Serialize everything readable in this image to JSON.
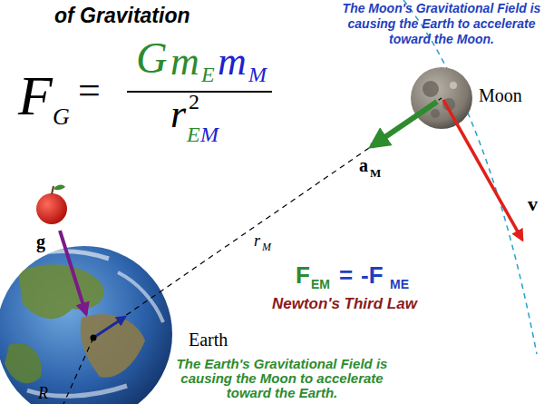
{
  "diagram": {
    "title": "of Gravitation",
    "labels": [
      "F",
      "G",
      "=",
      "G",
      "m",
      "E",
      "m",
      "M",
      "r",
      "2",
      "E",
      "M",
      "The Moon's Gravitational Field is causing the Earth to accelerate toward the Moon.",
      "Moon",
      "a",
      "M",
      "v",
      "g",
      "r",
      "M",
      "F",
      "EM",
      "=",
      "-F",
      "ME",
      "Newton's Third Law",
      "Earth",
      "R",
      "The Earth's Gravitational Field is causing the Moon to accelerate toward the Earth."
    ]
  }
}
